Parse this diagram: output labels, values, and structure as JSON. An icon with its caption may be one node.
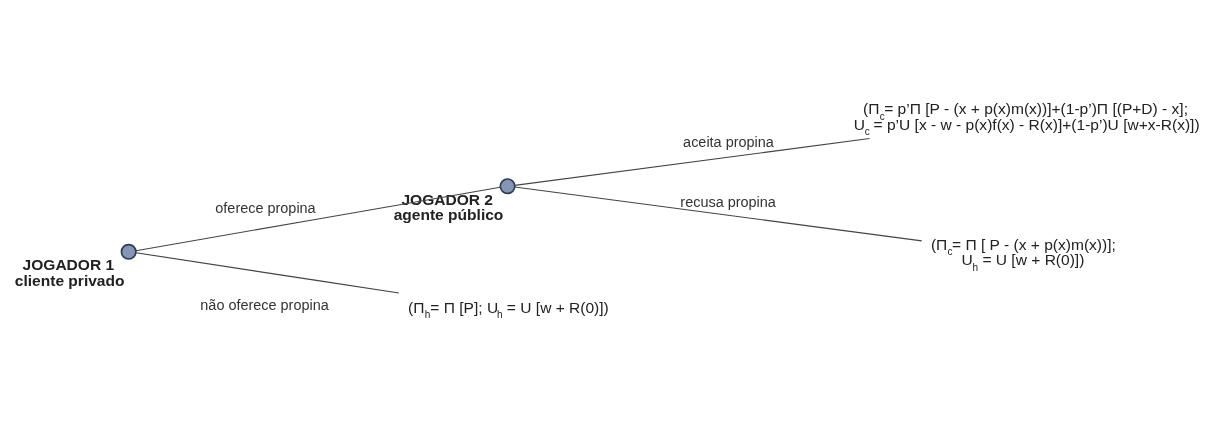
{
  "diagram": {
    "nodes": [
      {
        "text": [],
        "shape": "circle",
        "beside": [
          "JOGADOR 1",
          "cliente privado"
        ]
      },
      {
        "text": [],
        "shape": "circle",
        "beside": [
          "JOGADOR 2",
          "agente público"
        ]
      },
      {
        "text": [
          "(Π$_{c}$= p’Π [P - (x + p(x)m(x))]+(1-p’)Π [(P+D) - x];",
          "U$_{c}$ = p’U [x - w - p(x)f(x) - R(x)]+(1-p’)U [w+x-R(x)])"
        ]
      },
      {
        "text": [
          "(Π$_{c}$= Π [ P - (x + p(x)m(x))];",
          "U$_{h}$ = U [w + R(0)])"
        ]
      },
      {
        "text": [
          "(Π$_{h}$= Π [P]; U$_{h}$ = U [w + R(0)])"
        ]
      }
    ],
    "edges": [
      {
        "from": 0,
        "to": 1,
        "arrow": "none",
        "label": "oferece propina"
      },
      {
        "from": 1,
        "to": 2,
        "arrow": "none",
        "label": "aceita propina"
      },
      {
        "from": 1,
        "to": 3,
        "arrow": "none",
        "label": "recusa propina"
      },
      {
        "from": 0,
        "to": 4,
        "arrow": "none",
        "label": "não oferece propina"
      }
    ]
  }
}
